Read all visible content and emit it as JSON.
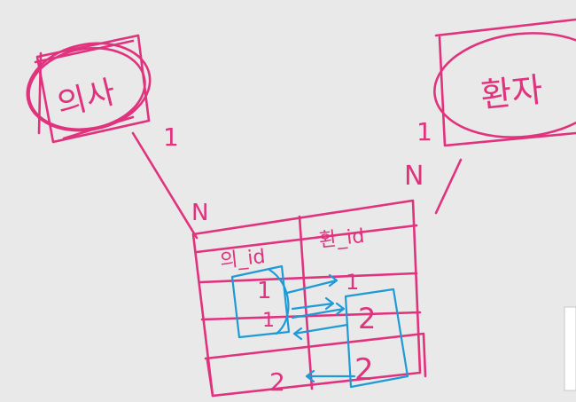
{
  "entities": {
    "left": {
      "label": "의사"
    },
    "right": {
      "label": "환자"
    }
  },
  "cardinality": {
    "left_one": "1",
    "left_many": "N",
    "right_one": "1",
    "right_many": "N"
  },
  "table": {
    "headers": [
      "의_id",
      "환_id"
    ],
    "rows": [
      [
        "1",
        "1"
      ],
      [
        "1",
        "2"
      ],
      [
        "2",
        "2"
      ]
    ]
  },
  "colors": {
    "ink_pink": "#e0327d",
    "ink_blue": "#1e9ad6",
    "background": "#e9e9e9"
  }
}
